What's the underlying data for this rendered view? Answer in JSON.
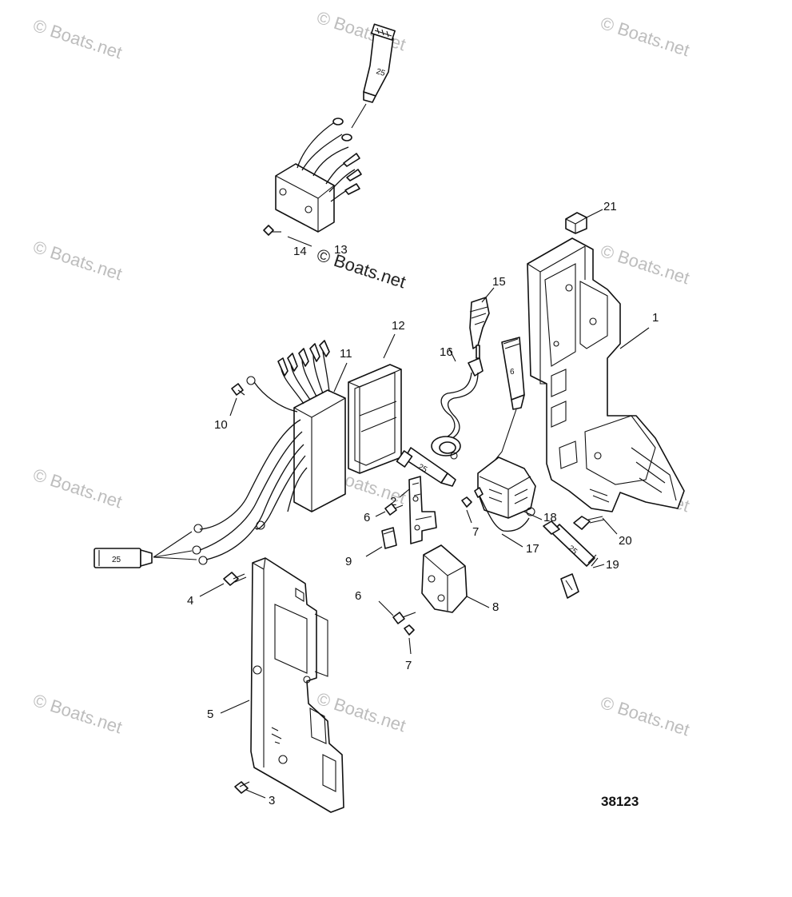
{
  "watermark": "© Boats.net",
  "figure_number": "38123",
  "tube_labels": {
    "t25_top": "25",
    "t25_left": "25",
    "t25_mid": "25",
    "t6_top": "6",
    "t25_right": "25"
  },
  "callouts": {
    "c1": "1",
    "c2": "2",
    "c3": "3",
    "c4": "4",
    "c5": "5",
    "c6a": "6",
    "c6b": "6",
    "c7a": "7",
    "c7b": "7",
    "c8": "8",
    "c9": "9",
    "c10": "10",
    "c11": "11",
    "c12": "12",
    "c13": "13",
    "c14": "14",
    "c15": "15",
    "c16": "16",
    "c17": "17",
    "c18": "18",
    "c19": "19",
    "c20": "20",
    "c21": "21"
  }
}
